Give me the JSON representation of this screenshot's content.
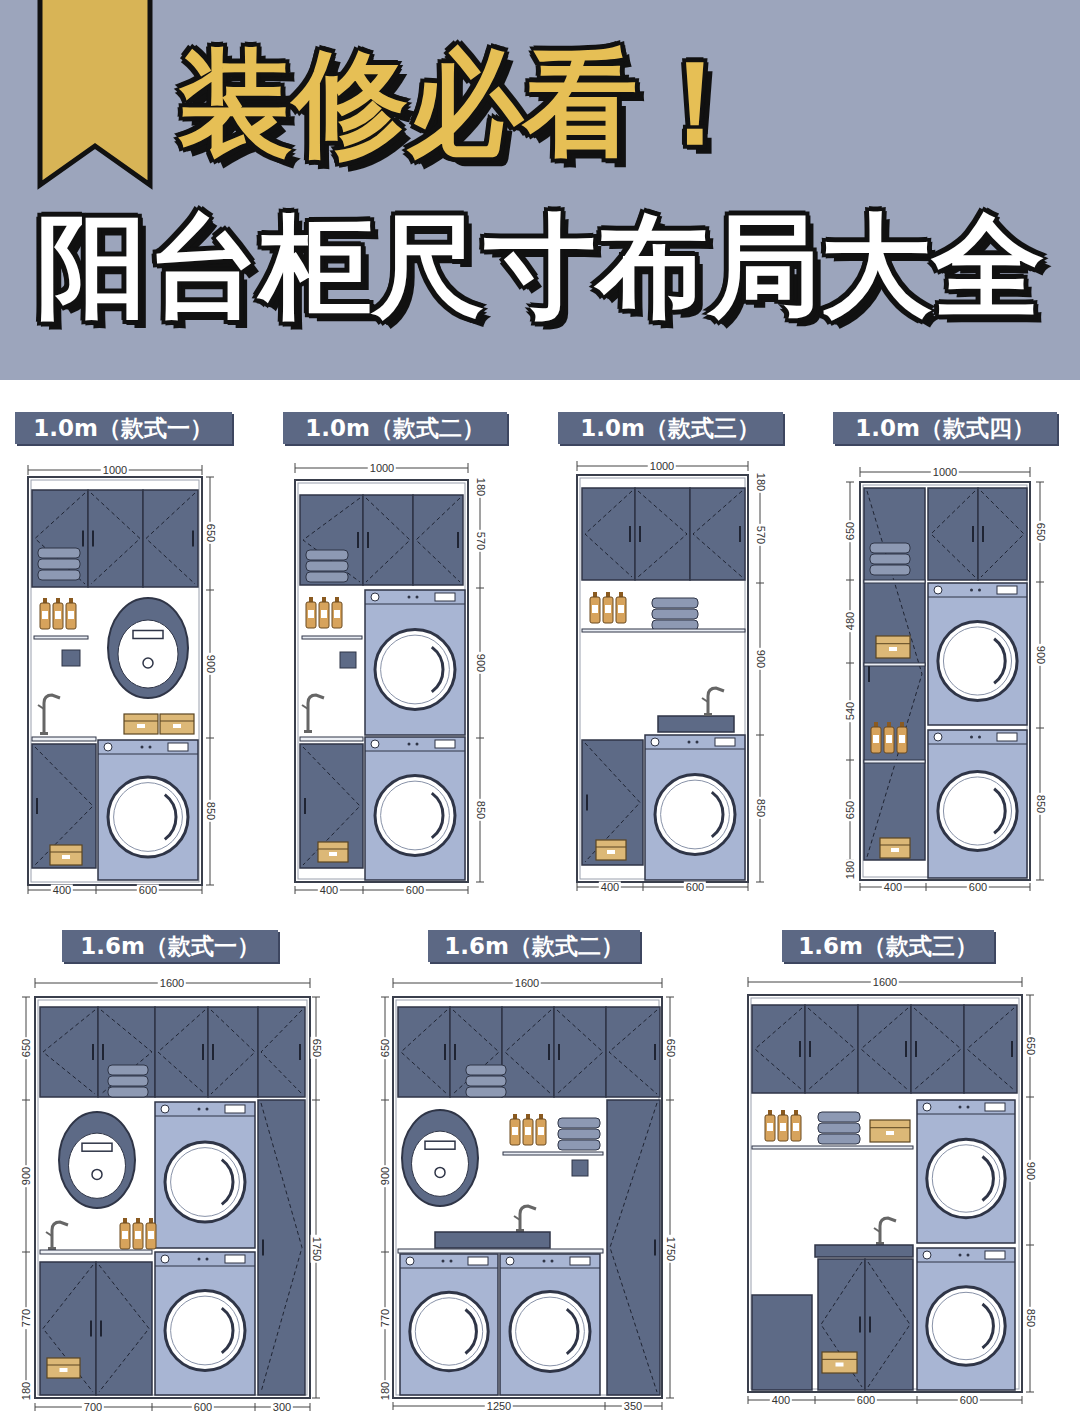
{
  "diagram": {
    "title": "阳台柜尺寸布局大全",
    "nodes": [
      {
        "text": [
          "1.0m（款式一）"
        ]
      },
      {
        "text": [
          "1.0m（款式二）"
        ]
      },
      {
        "text": [
          "1.0m（款式三）"
        ]
      },
      {
        "text": [
          "1.0m（款式四）"
        ]
      },
      {
        "text": [
          "1.6m（款式一）"
        ]
      },
      {
        "text": [
          "1.6m（款式二）"
        ]
      },
      {
        "text": [
          "1.6m（款式三）"
        ]
      }
    ],
    "labels": [
      "装修必看！",
      "1000",
      "650",
      "900",
      "850",
      "400",
      "600",
      "1000",
      "180",
      "570",
      "900",
      "850",
      "400",
      "600",
      "1000",
      "180",
      "570",
      "900",
      "850",
      "400",
      "600",
      "1000",
      "650",
      "480",
      "540",
      "650",
      "180",
      "650",
      "900",
      "850",
      "400",
      "600",
      "1600",
      "650",
      "900",
      "770",
      "180",
      "650",
      "1750",
      "700",
      "600",
      "300",
      "1600",
      "650",
      "900",
      "770",
      "180",
      "650",
      "1750",
      "1250",
      "350",
      "1600",
      "650",
      "900",
      "850",
      "400",
      "600",
      "600"
    ]
  }
}
